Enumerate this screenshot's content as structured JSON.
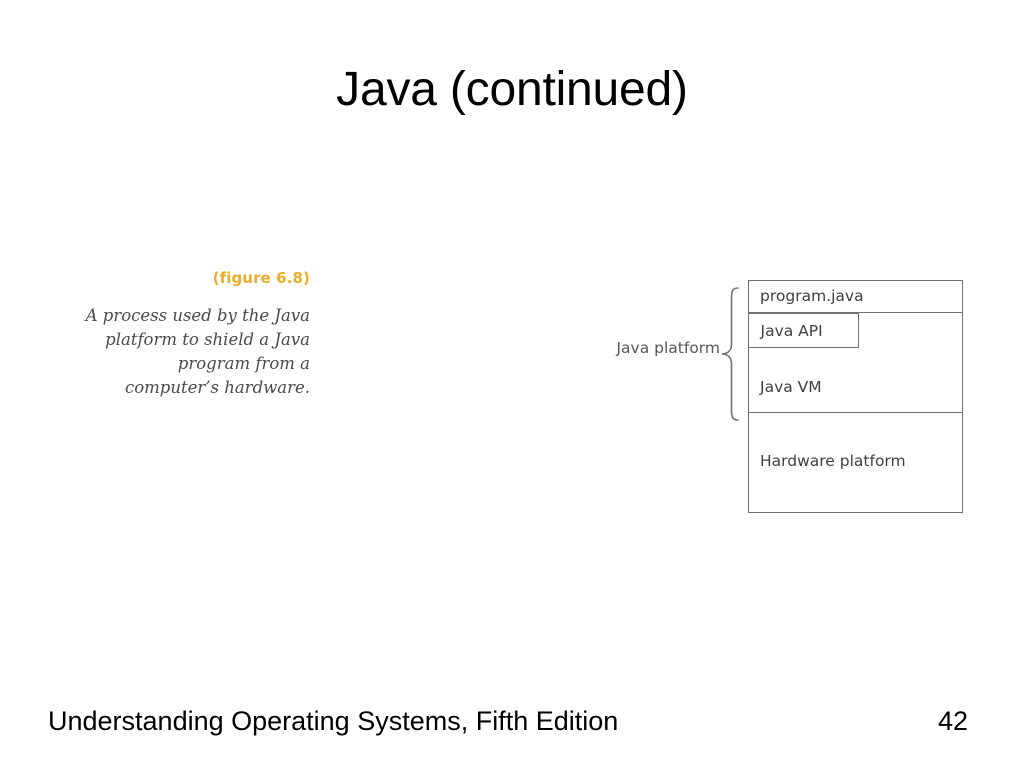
{
  "slide": {
    "title": "Java (continued)",
    "background_color": "#ffffff"
  },
  "caption": {
    "figure_label": "(figure 6.8)",
    "figure_label_color": "#edad28",
    "lines": [
      "A process used by the Java",
      "platform to shield a Java",
      "program from a",
      "computer’s hardware."
    ],
    "full_text": "A process used by the Java platform to shield a Java program from a computer’s hardware.",
    "text_color": "#4a4a4a"
  },
  "diagram": {
    "brace_label": "Java platform",
    "line_color": "#6f7072",
    "text_color": "#3f4042",
    "layers": [
      {
        "id": "program",
        "label": "program.java"
      },
      {
        "id": "java-api",
        "label": "Java API"
      },
      {
        "id": "java-vm",
        "label": "Java VM"
      },
      {
        "id": "hardware",
        "label": "Hardware platform"
      }
    ],
    "brace_covers": [
      "program.java",
      "Java API",
      "Java VM"
    ]
  },
  "footer": {
    "book_title": "Understanding Operating Systems, Fifth Edition",
    "page_number": "42"
  }
}
